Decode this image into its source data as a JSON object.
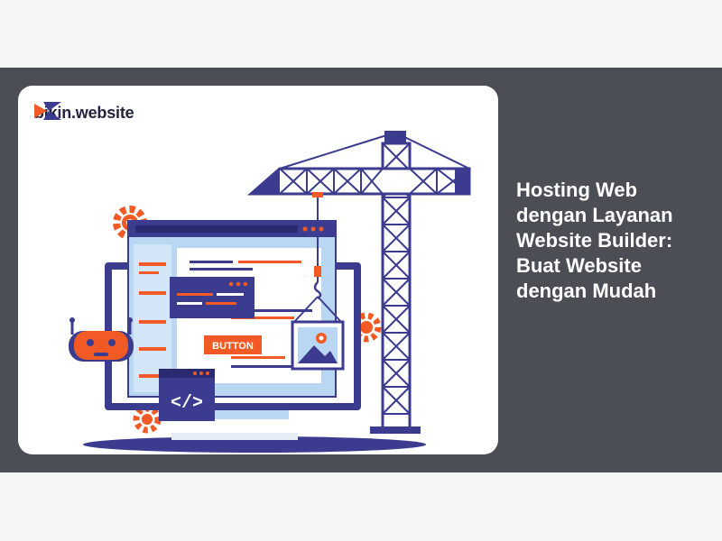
{
  "brand": {
    "name": "bikin.website",
    "accent": "#f15a24",
    "navy": "#3b3b8f"
  },
  "illustration": {
    "button_label": "BUTTON",
    "code_icon": "</>"
  },
  "article": {
    "title": "Hosting Web dengan Layanan Website Builder: Buat Website dengan Mudah"
  },
  "icons": [
    "logo-mark-icon",
    "gear-icon",
    "robot-icon",
    "crane-icon",
    "image-icon",
    "code-icon"
  ]
}
